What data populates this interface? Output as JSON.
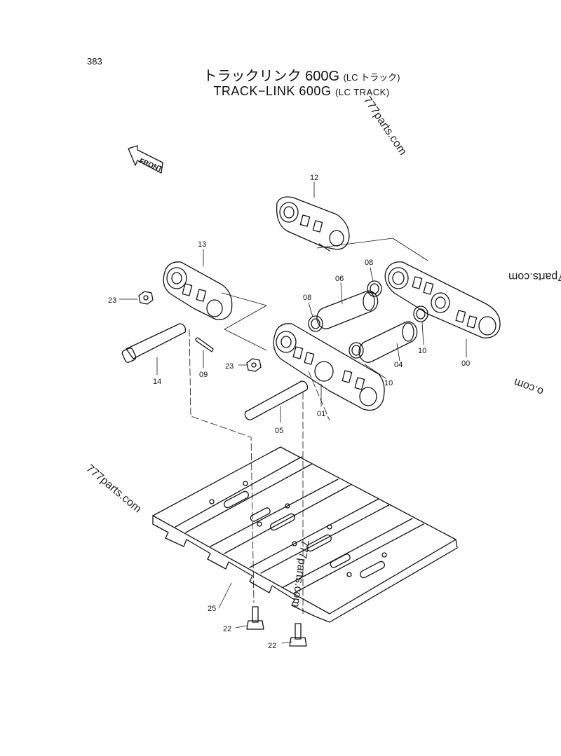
{
  "page_number": "383",
  "title_jp": "トラックリンク 600G",
  "title_jp_suffix": "(LC トラック)",
  "title_en": "TRACK−LINK 600G",
  "title_en_suffix": "(LC TRACK)",
  "front_label": "FRONT",
  "watermark": "777parts.com",
  "watermark_partial": "o.com",
  "callouts": {
    "p12": "12",
    "p13": "13",
    "p23a": "23",
    "p23b": "23",
    "p14": "14",
    "p09": "09",
    "p06": "06",
    "p08a": "08",
    "p08b": "08",
    "p10a": "10",
    "p10b": "10",
    "p04": "04",
    "p00": "00",
    "p01": "01",
    "p05": "05",
    "p25": "25",
    "p22a": "22",
    "p22b": "22"
  }
}
